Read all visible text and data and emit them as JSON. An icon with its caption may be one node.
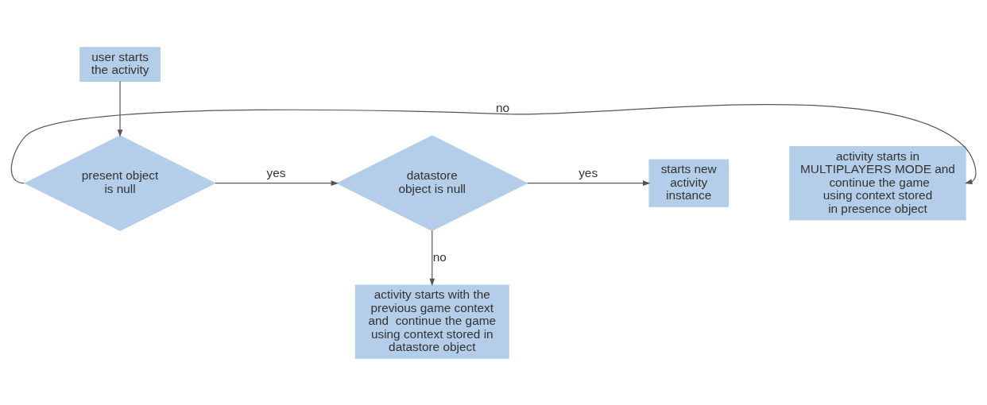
{
  "diagram": {
    "nodes": [
      {
        "text": [
          "user starts the activity"
        ]
      },
      {
        "text": [
          "present object is null"
        ]
      },
      {
        "text": [
          "activity starts in MULTIPLAYERS MODE and  continue the game using context stored in presence object"
        ]
      },
      {
        "text": [
          "datastore object is null"
        ]
      },
      {
        "text": [
          "starts new activity instance"
        ]
      },
      {
        "text": [
          "activity starts with the previous game context and  continue the game using context stored in datastore object"
        ]
      }
    ],
    "edges": [
      {
        "from": 0,
        "to": 1,
        "arrow": "to"
      },
      {
        "from": 1,
        "to": 2,
        "label": "no",
        "arrow": "to"
      },
      {
        "from": 1,
        "to": 3,
        "label": "yes",
        "arrow": "to"
      },
      {
        "from": 3,
        "to": 4,
        "label": "yes",
        "arrow": "to"
      },
      {
        "from": 3,
        "to": 5,
        "label": "no",
        "arrow": "to"
      }
    ]
  }
}
